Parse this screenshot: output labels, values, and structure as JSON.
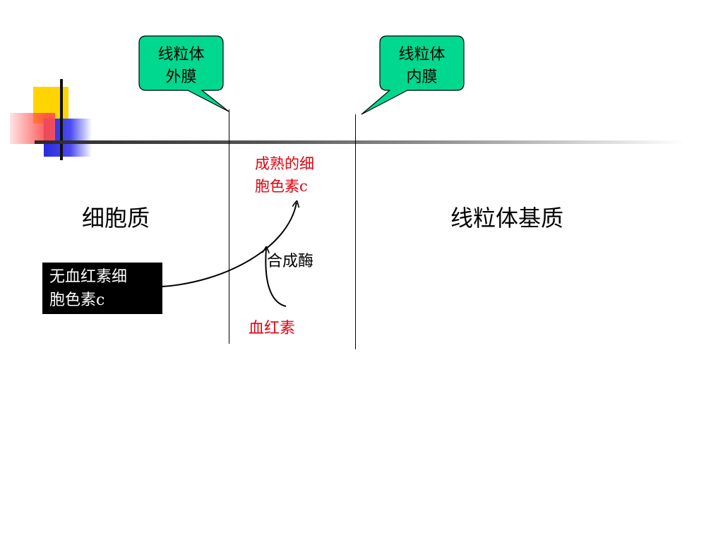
{
  "slide": {
    "outer_membrane_callout": {
      "line1": "线粒体",
      "line2": "外膜",
      "fill": "#00d890"
    },
    "inner_membrane_callout": {
      "line1": "线粒体",
      "line2": "内膜",
      "fill": "#00d890"
    },
    "cytoplasm_label": "细胞质",
    "matrix_label": "线粒体基质",
    "mature_cytochrome_c": {
      "line1": "成熟的细",
      "line2": "胞色素c",
      "color": "#e3000f"
    },
    "enzyme_label": "合成酶",
    "heme_label": "血红素",
    "apocytochrome_box": {
      "line1": "无血红素细",
      "line2": "胞色素c",
      "background": "#000000"
    }
  }
}
